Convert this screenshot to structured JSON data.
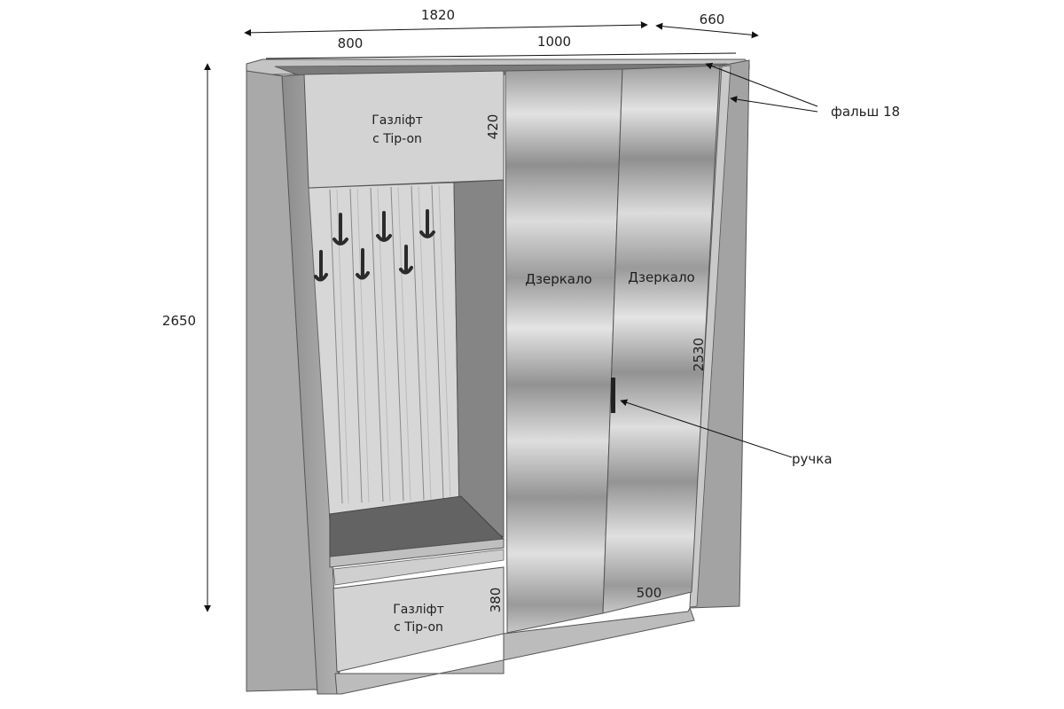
{
  "diagram": {
    "dimensions": {
      "total_width": "1820",
      "depth": "660",
      "left_section": "800",
      "right_section": "1000",
      "total_height": "2650",
      "top_panel_height": "420",
      "bottom_panel_height": "380",
      "door_height": "2530",
      "door_width": "500"
    },
    "panels": {
      "top": {
        "line1": "Газліфт",
        "line2": "с Tip-on"
      },
      "bottom": {
        "line1": "Газліфт",
        "line2": "с Tip-on"
      }
    },
    "doors": {
      "left": "Дзеркало",
      "right": "Дзеркало"
    },
    "callouts": {
      "filler": "фальш 18",
      "handle": "ручка"
    },
    "colors": {
      "carcass": "#a7a7a7",
      "panel": "#d3d3d3",
      "mirror": "#b8b8b8",
      "seat": "#606060",
      "hook": "#2b2b2b"
    }
  }
}
